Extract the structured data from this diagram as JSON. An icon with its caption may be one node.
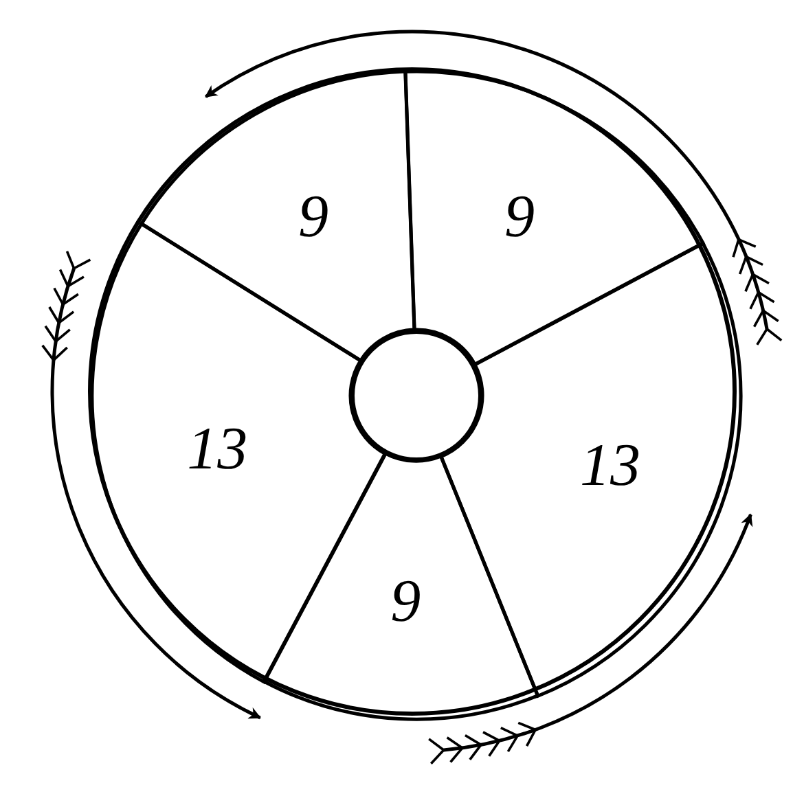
{
  "diagram": {
    "nodes": [
      {
        "text": [],
        "shape": "circle"
      },
      {
        "text": [
          "9"
        ],
        "in": 0
      },
      {
        "text": [
          "9"
        ],
        "in": 0
      },
      {
        "text": [
          "13"
        ],
        "in": 0
      },
      {
        "text": [
          "13"
        ],
        "in": 0
      },
      {
        "text": [
          "9"
        ],
        "in": 0
      },
      {
        "text": [],
        "shape": "circle",
        "in": 0
      }
    ]
  }
}
